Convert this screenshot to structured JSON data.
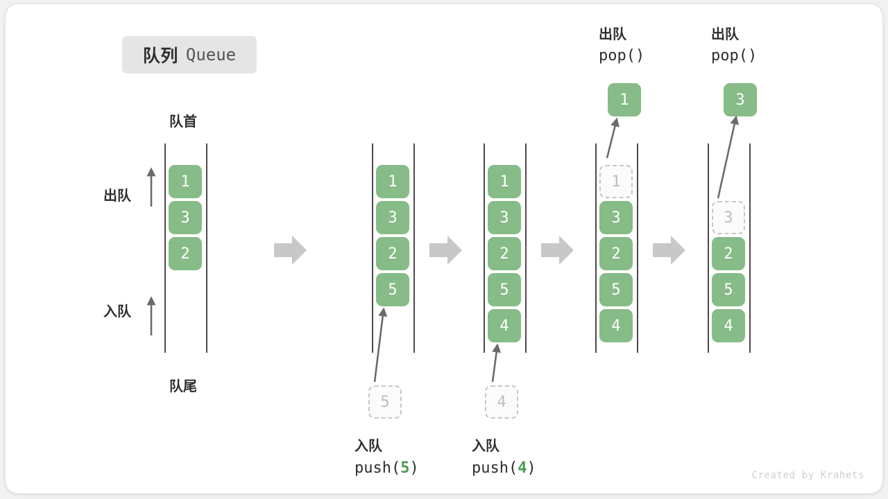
{
  "title": {
    "cn": "队列",
    "en": "Queue"
  },
  "labels": {
    "front": "队首",
    "rear": "队尾",
    "dequeue": "出队",
    "enqueue": "入队"
  },
  "colors": {
    "element": "#87bb87",
    "element_text": "#ffffff",
    "ghost_border": "#c6c6c6",
    "ghost_text": "#bdbdbd",
    "rail": "#4a4a4a",
    "arrow": "#6b6b6b",
    "flow_arrow": "#c8c8c8",
    "accent_number": "#4c9a51",
    "chip_bg": "#e5e5e5",
    "text": "#2e2e2e",
    "watermark": "#cfcfcf"
  },
  "steps": [
    {
      "id": "step-1",
      "caption_cn": "",
      "caption_code": "",
      "cells": [
        {
          "value": "1",
          "ghost": false
        },
        {
          "value": "3",
          "ghost": false
        },
        {
          "value": "2",
          "ghost": false
        }
      ]
    },
    {
      "id": "step-2",
      "caption_cn": "入队",
      "caption_code_prefix": "push(",
      "caption_code_num": "5",
      "caption_code_suffix": ")",
      "incoming": "5",
      "cells": [
        {
          "value": "1",
          "ghost": false
        },
        {
          "value": "3",
          "ghost": false
        },
        {
          "value": "2",
          "ghost": false
        },
        {
          "value": "5",
          "ghost": false
        }
      ]
    },
    {
      "id": "step-3",
      "caption_cn": "入队",
      "caption_code_prefix": "push(",
      "caption_code_num": "4",
      "caption_code_suffix": ")",
      "incoming": "4",
      "cells": [
        {
          "value": "1",
          "ghost": false
        },
        {
          "value": "3",
          "ghost": false
        },
        {
          "value": "2",
          "ghost": false
        },
        {
          "value": "5",
          "ghost": false
        },
        {
          "value": "4",
          "ghost": false
        }
      ]
    },
    {
      "id": "step-4",
      "caption_cn": "出队",
      "caption_code": "pop()",
      "outgoing": "1",
      "cells": [
        {
          "value": "1",
          "ghost": true
        },
        {
          "value": "3",
          "ghost": false
        },
        {
          "value": "2",
          "ghost": false
        },
        {
          "value": "5",
          "ghost": false
        },
        {
          "value": "4",
          "ghost": false
        }
      ]
    },
    {
      "id": "step-5",
      "caption_cn": "出队",
      "caption_code": "pop()",
      "outgoing": "3",
      "cells": [
        {
          "value": "",
          "ghost": false,
          "hidden": true
        },
        {
          "value": "3",
          "ghost": true
        },
        {
          "value": "2",
          "ghost": false
        },
        {
          "value": "5",
          "ghost": false
        },
        {
          "value": "4",
          "ghost": false
        }
      ]
    }
  ],
  "flow_arrows": 4,
  "watermark": "Created by Krahets"
}
